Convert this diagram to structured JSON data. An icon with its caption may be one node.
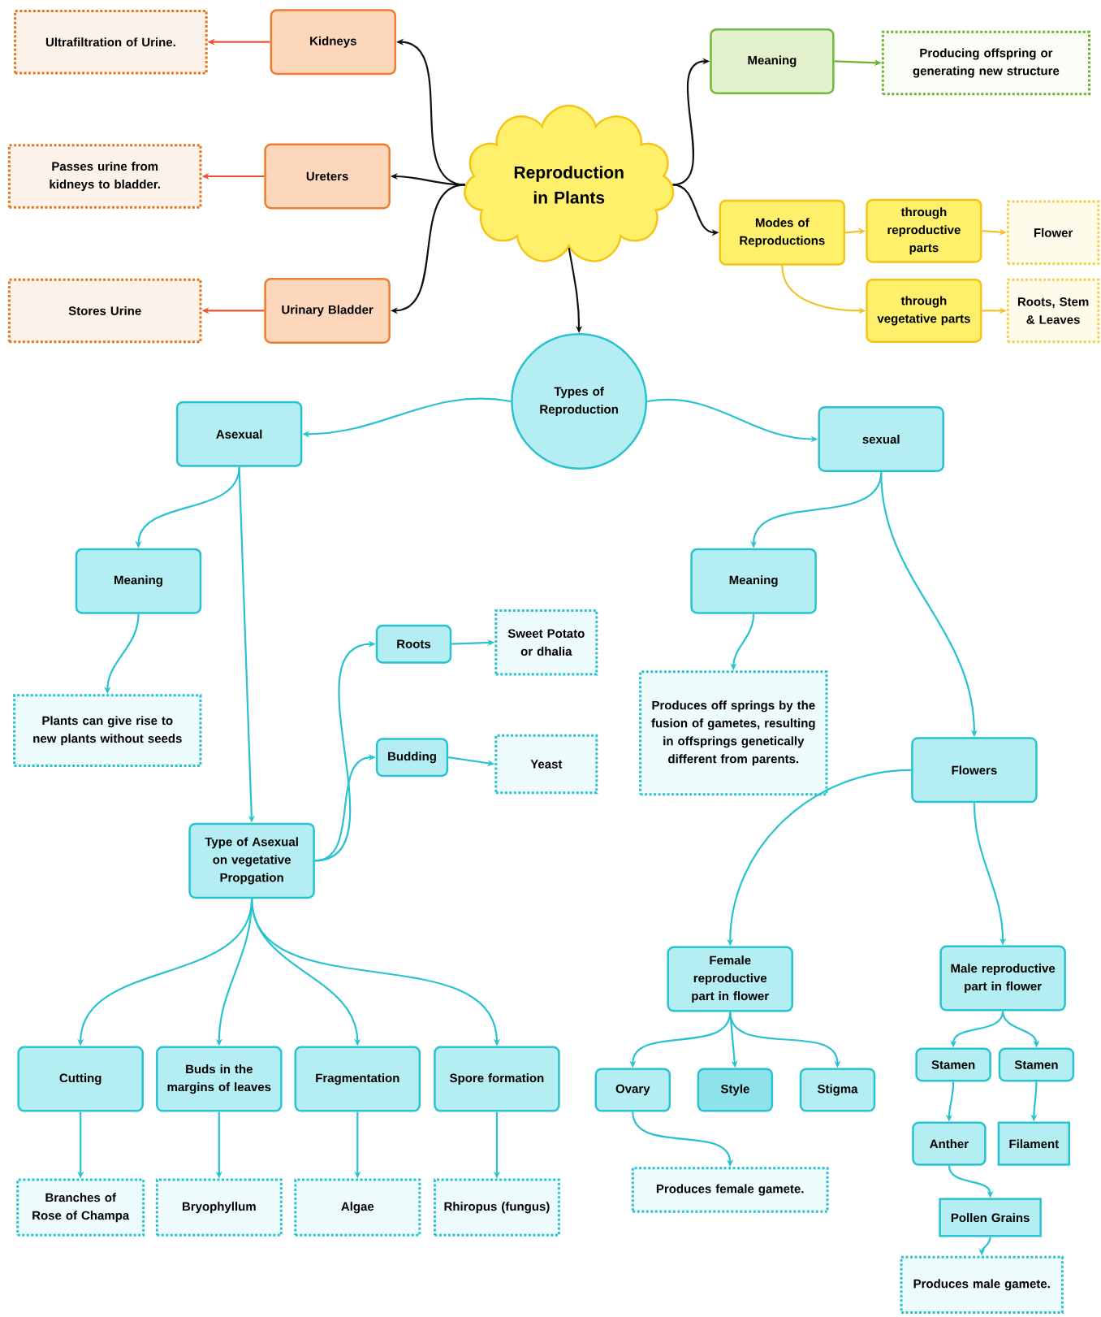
{
  "diagram": {
    "nodes": [
      {
        "text": [
          "Reproduction in Plants"
        ]
      },
      {
        "text": [
          "Kidneys"
        ]
      },
      {
        "text": [
          "Ultrafiltration of Urine."
        ]
      },
      {
        "text": [
          "Ureters"
        ]
      },
      {
        "text": [
          "Passes urine from kidneys to bladder."
        ]
      },
      {
        "text": [
          "Urinary Bladder"
        ]
      },
      {
        "text": [
          "Stores Urine"
        ]
      },
      {
        "text": [
          "Meaning"
        ]
      },
      {
        "text": [
          "Producing offspring or generating new structure"
        ]
      },
      {
        "text": [
          "Modes of Reproductions"
        ]
      },
      {
        "text": [
          "through reproductive parts"
        ]
      },
      {
        "text": [
          "Flower"
        ]
      },
      {
        "text": [
          "through vegetative parts"
        ]
      },
      {
        "text": [
          "Roots, Stem & Leaves"
        ]
      },
      {
        "text": [
          "Types of Reproduction"
        ]
      },
      {
        "text": [
          "Asexual"
        ]
      },
      {
        "text": [
          "sexual"
        ]
      },
      {
        "text": [
          "Meaning"
        ]
      },
      {
        "text": [
          "Plants can give rise to new plants without seeds"
        ]
      },
      {
        "text": [
          "Type of Asexual on vegetative Propgation"
        ]
      },
      {
        "text": [
          "Roots"
        ]
      },
      {
        "text": [
          "Sweet Potato or dhalia"
        ]
      },
      {
        "text": [
          "Budding"
        ]
      },
      {
        "text": [
          "Yeast"
        ]
      },
      {
        "text": [
          "Cutting"
        ]
      },
      {
        "text": [
          "Buds in the margins of leaves"
        ]
      },
      {
        "text": [
          "Fragmentation"
        ]
      },
      {
        "text": [
          "Spore formation"
        ]
      },
      {
        "text": [
          "Branches of Rose of Champa"
        ]
      },
      {
        "text": [
          "Bryophyllum"
        ]
      },
      {
        "text": [
          "Algae"
        ]
      },
      {
        "text": [
          "Rhiropus (fungus)"
        ]
      },
      {
        "text": [
          "Meaning"
        ]
      },
      {
        "text": [
          "Produces off springs by the fusion of gametes, resulting in offsprings genetically different from parents."
        ]
      },
      {
        "text": [
          "Flowers"
        ]
      },
      {
        "text": [
          "Female reproductive part in flower"
        ]
      },
      {
        "text": [
          "Male reproductive part in flower"
        ]
      },
      {
        "text": [
          "Ovary"
        ]
      },
      {
        "text": [
          "Style"
        ]
      },
      {
        "text": [
          "Stigma"
        ]
      },
      {
        "text": [
          "Produces female gamete."
        ]
      },
      {
        "text": [
          "Stamen"
        ]
      },
      {
        "text": [
          "Stamen"
        ]
      },
      {
        "text": [
          "Anther"
        ]
      },
      {
        "text": [
          "Filament"
        ]
      },
      {
        "text": [
          "Pollen Grains"
        ]
      },
      {
        "text": [
          "Produces male gamete."
        ]
      }
    ],
    "edges": [
      {
        "from": 0,
        "to": 1,
        "arrow": "to",
        "color": "#111111"
      },
      {
        "from": 0,
        "to": 3,
        "arrow": "to",
        "color": "#111111"
      },
      {
        "from": 0,
        "to": 5,
        "arrow": "to",
        "color": "#111111"
      },
      {
        "from": 0,
        "to": 7,
        "arrow": "to",
        "color": "#111111"
      },
      {
        "from": 0,
        "to": 9,
        "arrow": "to",
        "color": "#111111"
      },
      {
        "from": 0,
        "to": 14,
        "arrow": "to",
        "color": "#111111"
      },
      {
        "from": 1,
        "to": 2,
        "arrow": "to",
        "color": "#e8513a"
      },
      {
        "from": 3,
        "to": 4,
        "arrow": "to",
        "color": "#e8513a"
      },
      {
        "from": 5,
        "to": 6,
        "arrow": "to",
        "color": "#e8513a"
      },
      {
        "from": 7,
        "to": 8,
        "arrow": "to",
        "color": "#6ab42f"
      },
      {
        "from": 9,
        "to": 10,
        "arrow": "to",
        "color": "#f2c12e"
      },
      {
        "from": 9,
        "to": 12,
        "arrow": "to",
        "color": "#f2c12e"
      },
      {
        "from": 10,
        "to": 11,
        "arrow": "to",
        "color": "#f2c12e"
      },
      {
        "from": 12,
        "to": 13,
        "arrow": "to",
        "color": "#f2c12e"
      },
      {
        "from": 14,
        "to": 15,
        "arrow": "to"
      },
      {
        "from": 14,
        "to": 16,
        "arrow": "to"
      },
      {
        "from": 15,
        "to": 17,
        "arrow": "to"
      },
      {
        "from": 15,
        "to": 19,
        "arrow": "to"
      },
      {
        "from": 17,
        "to": 18,
        "arrow": "to"
      },
      {
        "from": 19,
        "to": 20,
        "arrow": "to"
      },
      {
        "from": 19,
        "to": 22,
        "arrow": "to"
      },
      {
        "from": 20,
        "to": 21,
        "arrow": "to"
      },
      {
        "from": 22,
        "to": 23,
        "arrow": "to"
      },
      {
        "from": 19,
        "to": 24,
        "arrow": "to"
      },
      {
        "from": 19,
        "to": 25,
        "arrow": "to"
      },
      {
        "from": 19,
        "to": 26,
        "arrow": "to"
      },
      {
        "from": 19,
        "to": 27,
        "arrow": "to"
      },
      {
        "from": 24,
        "to": 28,
        "arrow": "to"
      },
      {
        "from": 25,
        "to": 29,
        "arrow": "to"
      },
      {
        "from": 26,
        "to": 30,
        "arrow": "to"
      },
      {
        "from": 27,
        "to": 31,
        "arrow": "to"
      },
      {
        "from": 16,
        "to": 32,
        "arrow": "to"
      },
      {
        "from": 16,
        "to": 34,
        "arrow": "to"
      },
      {
        "from": 32,
        "to": 33,
        "arrow": "to"
      },
      {
        "from": 34,
        "to": 35,
        "arrow": "to"
      },
      {
        "from": 34,
        "to": 36,
        "arrow": "to"
      },
      {
        "from": 35,
        "to": 37,
        "arrow": "to"
      },
      {
        "from": 35,
        "to": 38,
        "arrow": "to"
      },
      {
        "from": 35,
        "to": 39,
        "arrow": "to"
      },
      {
        "from": 37,
        "to": 40,
        "arrow": "to"
      },
      {
        "from": 36,
        "to": 41,
        "arrow": "to"
      },
      {
        "from": 36,
        "to": 42,
        "arrow": "to"
      },
      {
        "from": 41,
        "to": 43,
        "arrow": "to"
      },
      {
        "from": 42,
        "to": 44,
        "arrow": "to"
      },
      {
        "from": 43,
        "to": 45,
        "arrow": "to"
      },
      {
        "from": 45,
        "to": 46,
        "arrow": "to"
      }
    ]
  }
}
